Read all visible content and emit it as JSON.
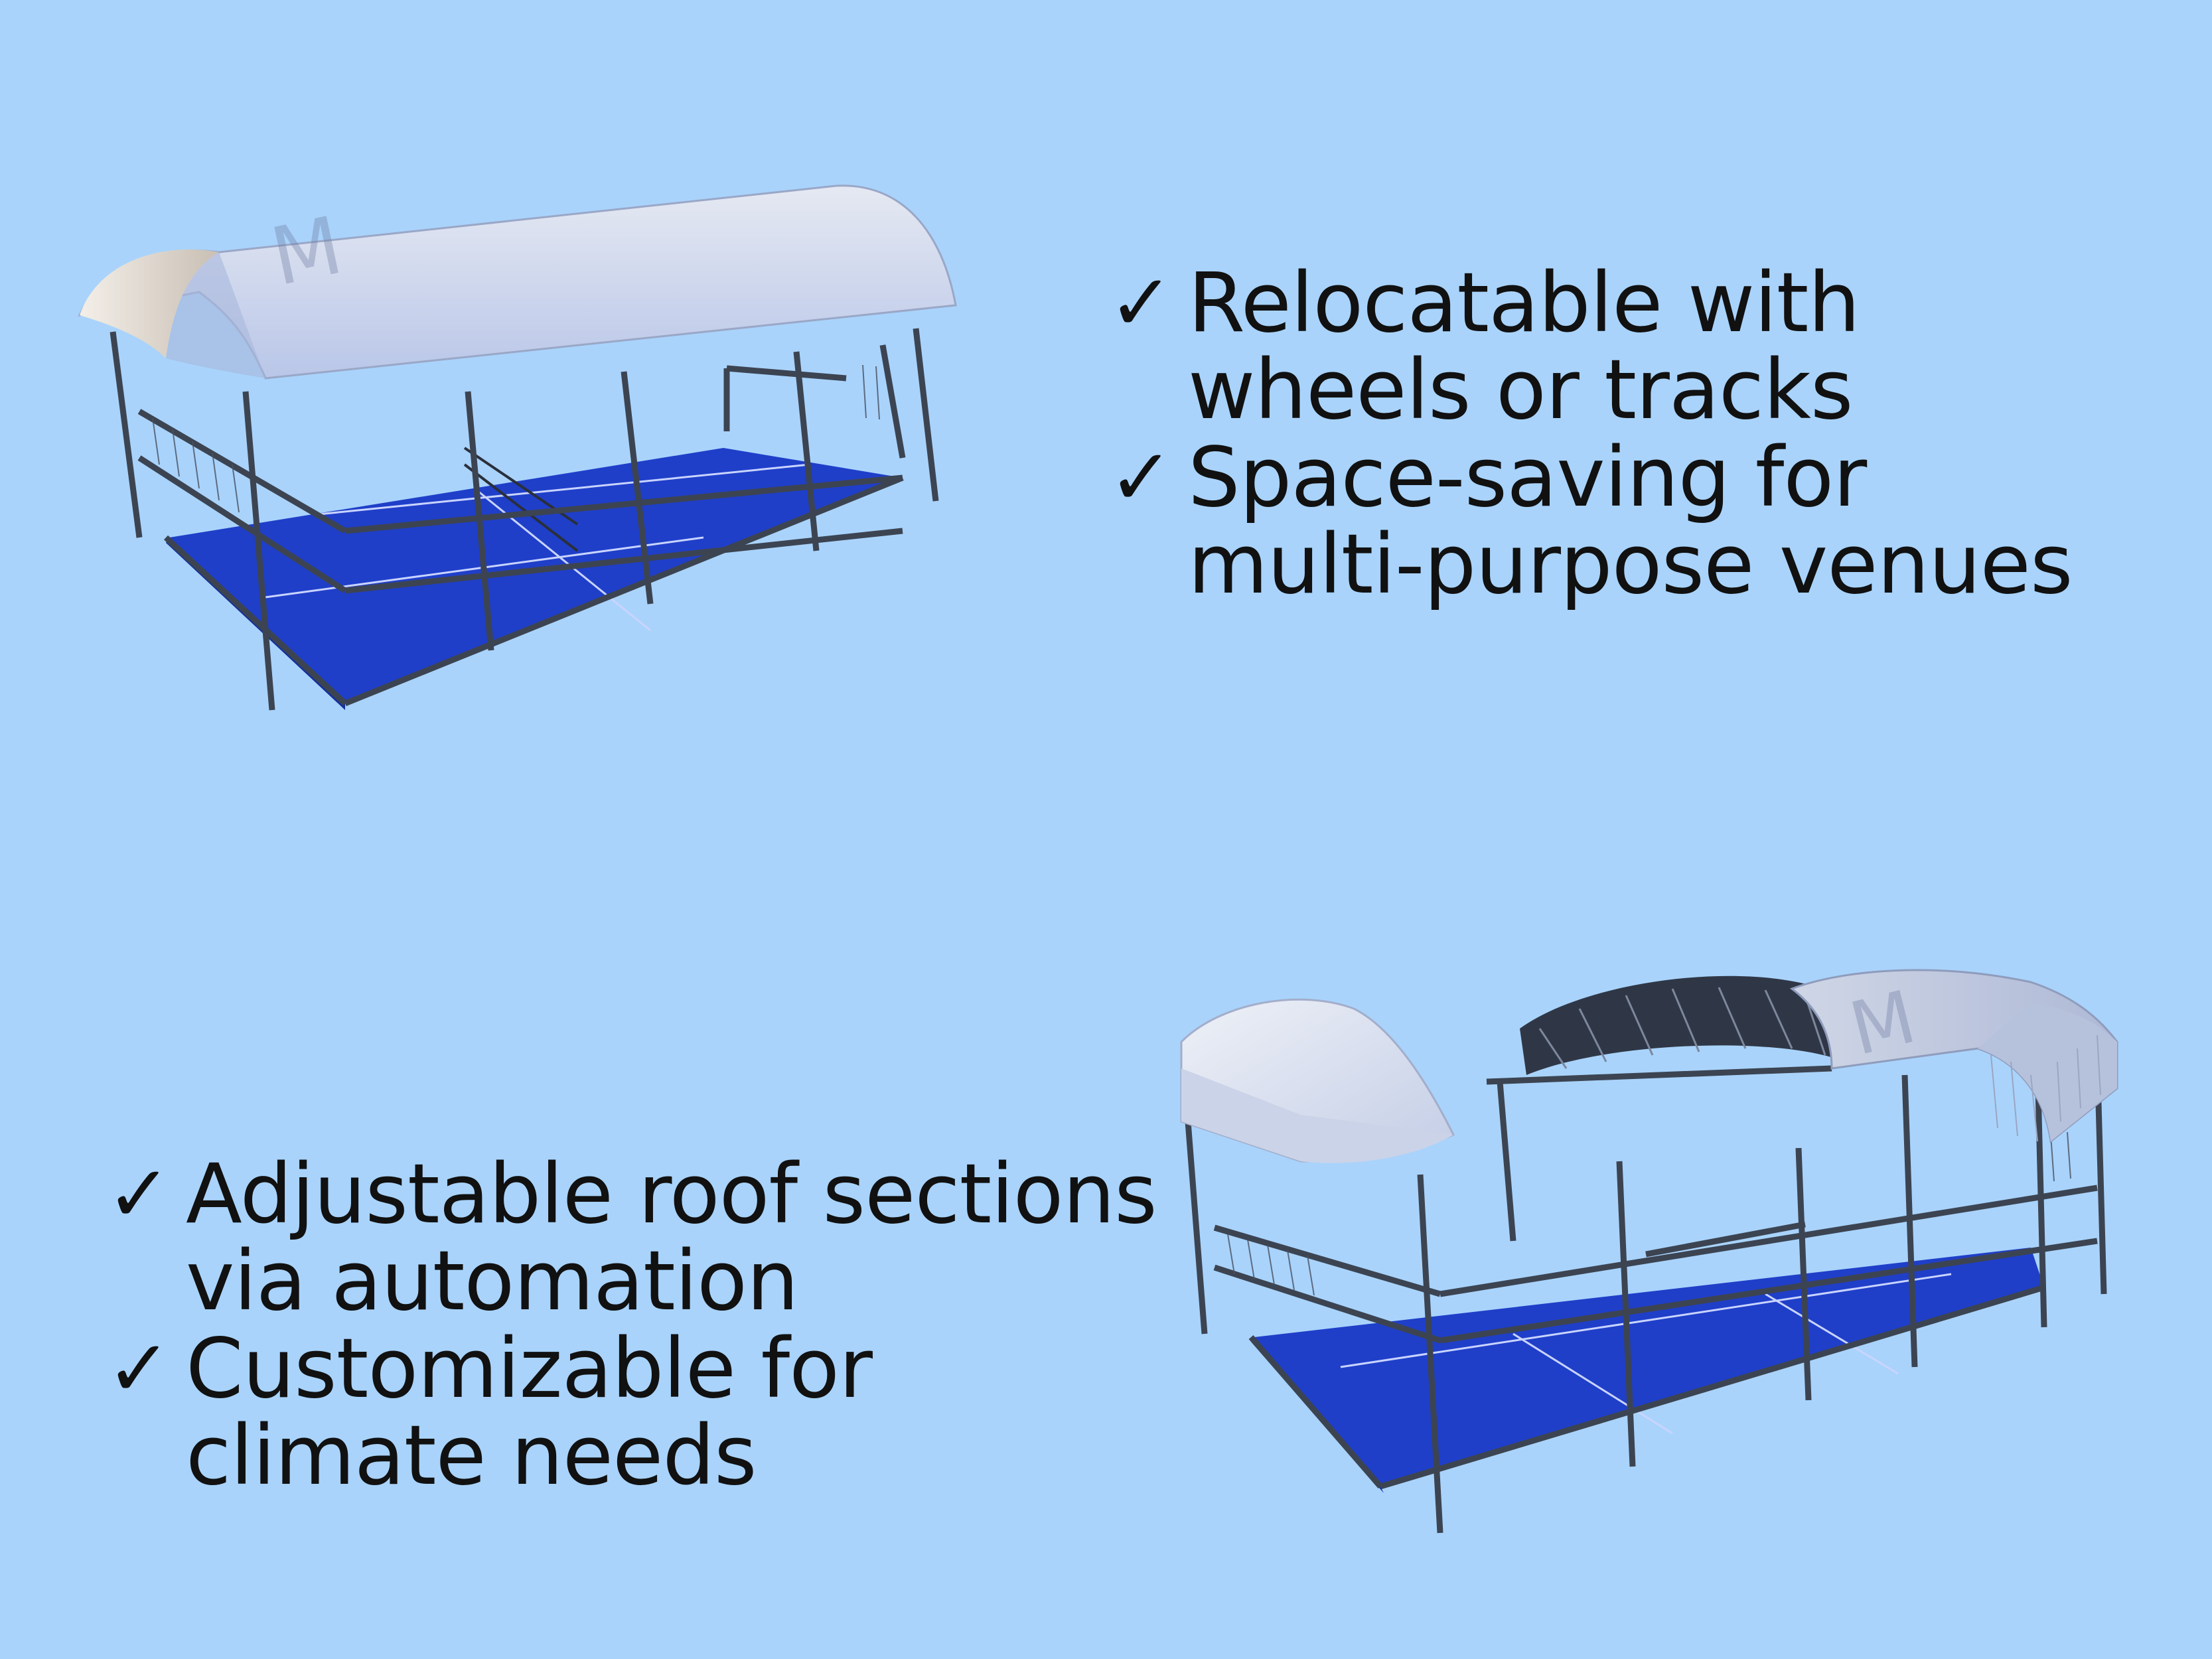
{
  "palette": {
    "background": "#a9d3fb",
    "court_blue": "#1f3fc9",
    "frame_grey": "#3c4452",
    "roof_light": "#dfe4ef"
  },
  "icons": {
    "check": "check-icon"
  },
  "top_features": [
    {
      "check": "✓",
      "line1": "Relocatable with",
      "line2": "wheels or tracks"
    },
    {
      "check": "✓",
      "line1": "Space-saving for",
      "line2": "multi-purpose venues"
    }
  ],
  "bottom_features": [
    {
      "check": "✓",
      "line1": "Adjustable roof sections",
      "line2": "via automation"
    },
    {
      "check": "✓",
      "line1": " Customizable for",
      "line2": "climate needs"
    }
  ]
}
